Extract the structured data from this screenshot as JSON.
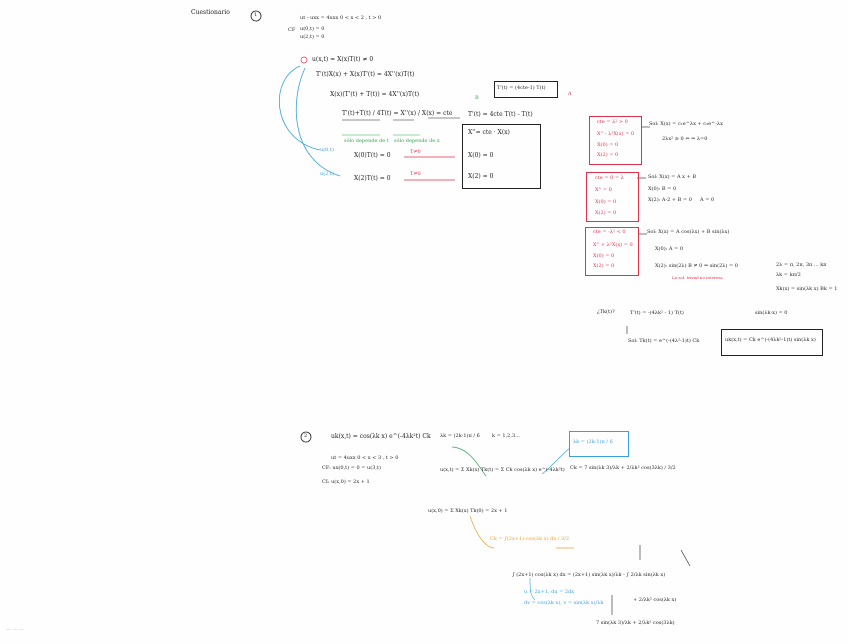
{
  "title": "Cuestionario",
  "section1": {
    "number": "1",
    "problem_given": [
      "ut - uxx = 4uxx   0 < x < 2 , t > 0",
      "u(0,t) = 0",
      "u(2,t) = 0"
    ],
    "cf_label": "CF",
    "separation": [
      "u(x,t) = X(x)T(t) ≠ 0",
      "T'(t)X(x) + X(x)T'(t) = 4X''(x)T(t)",
      "X(x)(T'(t) + T(t)) = 4X''(x)T(t)",
      "T'(t)+T(t) / 4T(t) = X''(x) / X(x) = cte",
      "X(0)T(t) = 0",
      "X(2)T(t) = 0"
    ],
    "green_notes": [
      "sólo depende de t",
      "sólo depende de x"
    ],
    "red_notes": [
      "T≠0",
      "T≠0"
    ],
    "blue_notes": [
      "u(0,t)",
      "u(2,t)"
    ],
    "time_eq": "T'(t) = (4cte-1) T(t)",
    "time_eq_top": "T'(t) = 4cte T(t) - T(t)",
    "boxed_system": [
      "X''= cte · X(x)",
      "X(0) = 0",
      "X(2) = 0"
    ],
    "labels_circled": [
      "A",
      "B"
    ],
    "case1": {
      "eq": [
        "cte = λ² > 0",
        "X'' - λ²X(x) = 0",
        "X(0) = 0",
        "X(2) = 0"
      ],
      "solution": "Sol: X(x) = c₁e^λx + c₂e^-λx",
      "extra": "2λx² ≥ 0 ⇔ ⇔ λ=0"
    },
    "case2": {
      "eq": [
        "cte = 0 = λ",
        "X'' = 0",
        "X(0) = 0",
        "X(2) = 0"
      ],
      "solution": "Sol: X(x) = A x + B",
      "lines": [
        "X(0): B = 0",
        "X(2): A·2 + B = 0",
        "A = 0"
      ]
    },
    "case3": {
      "eq": [
        "cte = -λ² < 0",
        "X'' + λ²X(x) = 0",
        "X(0) = 0",
        "X(2) = 0"
      ],
      "solution": "Sol: X(x) = A cos(λx) + B sin(λx)",
      "lines": [
        "X(0): A = 0",
        "X(2): sin(2λ) B ≠ 0 ⇒ sin(2λ) = 0"
      ],
      "note": "La sol. trivial no interesa",
      "right": [
        "2λ = π, 2π, 3π ... kπ",
        "λk = kπ/2",
        "Xk(x) = sin(λk x) Bk = 1"
      ]
    },
    "tk": {
      "q": "¿Tk(t)?",
      "eq": "T'(t) = -(4λk² - 1) T(t)",
      "sol": "Sol: Tk(t) = e^(-(4λ²-1)t) Ck",
      "sin": "sin(λk·x) = 0",
      "final": "uk(x,t) = Ck e^(-(4λk²-1)t) sin(λk x)"
    }
  },
  "section2": {
    "number": "2",
    "uk": "uk(x,t) = cos(λk x) e^(-4λk²t) Ck",
    "lambda": "λk = (2k-1)π / 6",
    "k": "k = 1,2,3...",
    "lines": [
      "ut = 4uxx   0 < x < 3 , t > 0",
      "CF: ux(0,t) = 0 = u(3,t)",
      "CI: u(x,0) = 2x + 1"
    ],
    "series": "u(x,t) = Σ Xk(x) Tk(t) = Σ Ck cos(λk x) e^(-4λk²t)",
    "coef": "Ck = 7 sin(λk 3)/λk + 2/λk² cos(3λk) / 3/2",
    "boxed": "λk = (2k-1)π / 6",
    "ic": "u(x,0) = Σ Xk(x) Tk(0) = 2x + 1",
    "ck_formula": "Ck = ∫(2x+1)·cos(λk x) dx / 3/2",
    "integration": [
      "∫ (2x+1) cos(λk x) dx = (2x+1) sin(λk x)/λk - ∫ 2/λk sin(λk x)",
      "u = 2x+1, du = 2dx",
      "dv = cos(λk x), v = sin(λk x)/λk",
      "+ 2/λk² cos(λk x)",
      "7 sin(λk 3)/λk + 2/λk² cos(3λk)"
    ]
  },
  "bottom_left": "—  —  —"
}
